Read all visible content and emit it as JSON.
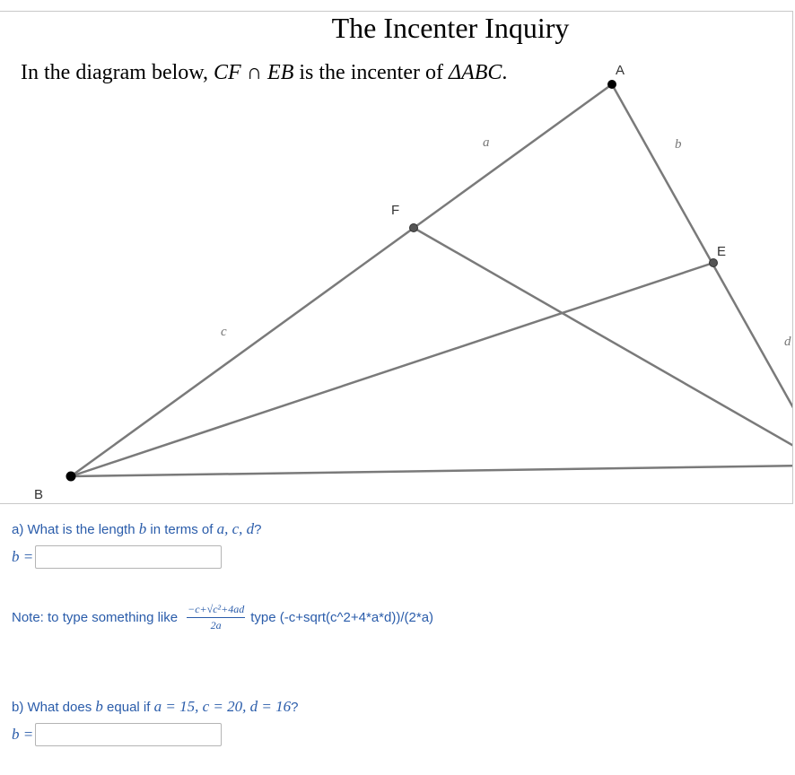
{
  "title": "The Incenter Inquiry",
  "statement": {
    "prefix": "In the diagram below, ",
    "expr": "CF ∩ EB",
    "middle": " is the incenter of ",
    "triangle": "ΔABC",
    "suffix": "."
  },
  "diagram": {
    "points": {
      "A": "A",
      "B": "B",
      "E": "E",
      "F": "F"
    },
    "segments": {
      "a": "a",
      "b": "b",
      "c": "c",
      "d": "d"
    }
  },
  "question_a": {
    "prefix": "a) What is the length ",
    "var": "b",
    "middle": " in terms of ",
    "vars": "a, c, d",
    "suffix": "?",
    "answer_label": "b =",
    "value": ""
  },
  "note": {
    "prefix": "Note: to type something like",
    "frac_num": "−c+√c²+4ad",
    "frac_den": "2a",
    "suffix": "type (-c+sqrt(c^2+4*a*d))/(2*a)"
  },
  "question_b": {
    "prefix": "b) What does ",
    "var": "b",
    "middle": " equal if ",
    "condition": "a = 15, c = 20, d = 16",
    "suffix": "?",
    "answer_label": "b =",
    "value": ""
  },
  "colors": {
    "text": "#2a5caa",
    "line": "#7a7a7a",
    "point": "#000000"
  }
}
